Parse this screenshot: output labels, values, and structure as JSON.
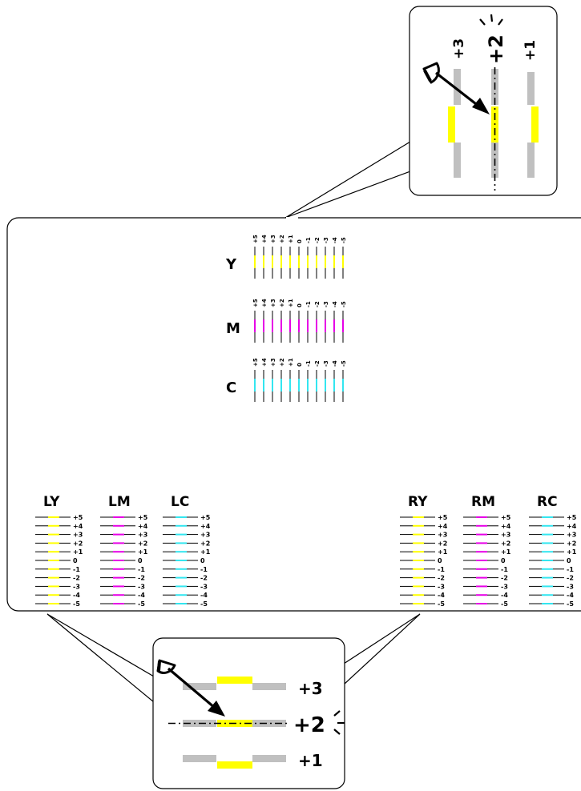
{
  "colors": {
    "yellow": "#ffff00",
    "magenta": "#e600e6",
    "cyan": "#33e6f0",
    "gray": "#c0c0c0",
    "line": "#000000"
  },
  "zoom_top": {
    "labels": [
      "+3",
      "+2",
      "+1"
    ],
    "selected": "+2",
    "eye_icon": "eye-icon",
    "arrow_icon": "arrow-icon"
  },
  "main_panel": {
    "center_charts": [
      {
        "label": "Y",
        "color": "yellow"
      },
      {
        "label": "M",
        "color": "magenta"
      },
      {
        "label": "C",
        "color": "cyan"
      }
    ],
    "center_ticks": [
      "+5",
      "+4",
      "+3",
      "+2",
      "+1",
      "0",
      "-1",
      "-2",
      "-3",
      "-4",
      "-5"
    ],
    "side_ticks": [
      "+5",
      "+4",
      "+3",
      "+2",
      "+1",
      "0",
      "-1",
      "-2",
      "-3",
      "-4",
      "-5"
    ],
    "left_groups": [
      {
        "label": "LY",
        "color": "yellow"
      },
      {
        "label": "LM",
        "color": "magenta"
      },
      {
        "label": "LC",
        "color": "cyan"
      }
    ],
    "right_groups": [
      {
        "label": "RY",
        "color": "yellow"
      },
      {
        "label": "RM",
        "color": "magenta"
      },
      {
        "label": "RC",
        "color": "cyan"
      }
    ]
  },
  "zoom_bottom": {
    "labels": [
      "+3",
      "+2",
      "+1"
    ],
    "selected": "+2",
    "eye_icon": "eye-icon",
    "arrow_icon": "arrow-icon"
  }
}
